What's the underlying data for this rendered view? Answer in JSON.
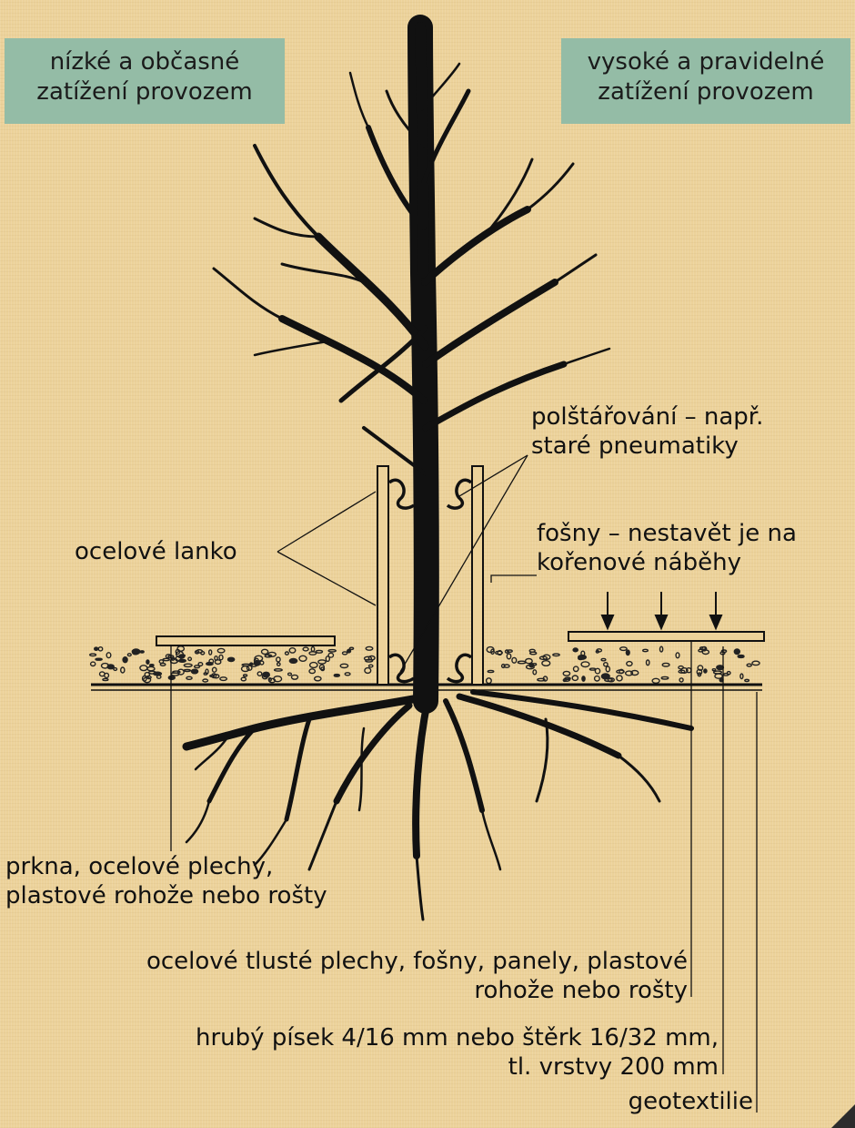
{
  "header": {
    "left_line1": "nízké a občasné",
    "left_line2": "zatížení provozem",
    "right_line1": "vysoké a pravidelné",
    "right_line2": "zatížení provozem"
  },
  "labels": {
    "cushioning_line1": "polštářování – např.",
    "cushioning_line2": "staré pneumatiky",
    "planks_line1": "fošny – nestavět je na",
    "planks_line2": "kořenové náběhy",
    "steel_cable": "ocelové lanko",
    "light_cover_line1": "prkna, ocelové plechy,",
    "light_cover_line2": "plastové rohože nebo rošty",
    "heavy_cover_line1": "ocelové tlusté plechy, fošny, panely, plastové",
    "heavy_cover_line2": "rohože nebo rošty",
    "sand_line1": "hrubý písek 4/16 mm nebo štěrk 16/32 mm,",
    "sand_line2": "tl. vrstvy 200 mm",
    "geotextile": "geotextilie"
  },
  "colors": {
    "background": "#ecd29a",
    "tag_fill": "#94bca6",
    "ink": "#111111"
  }
}
